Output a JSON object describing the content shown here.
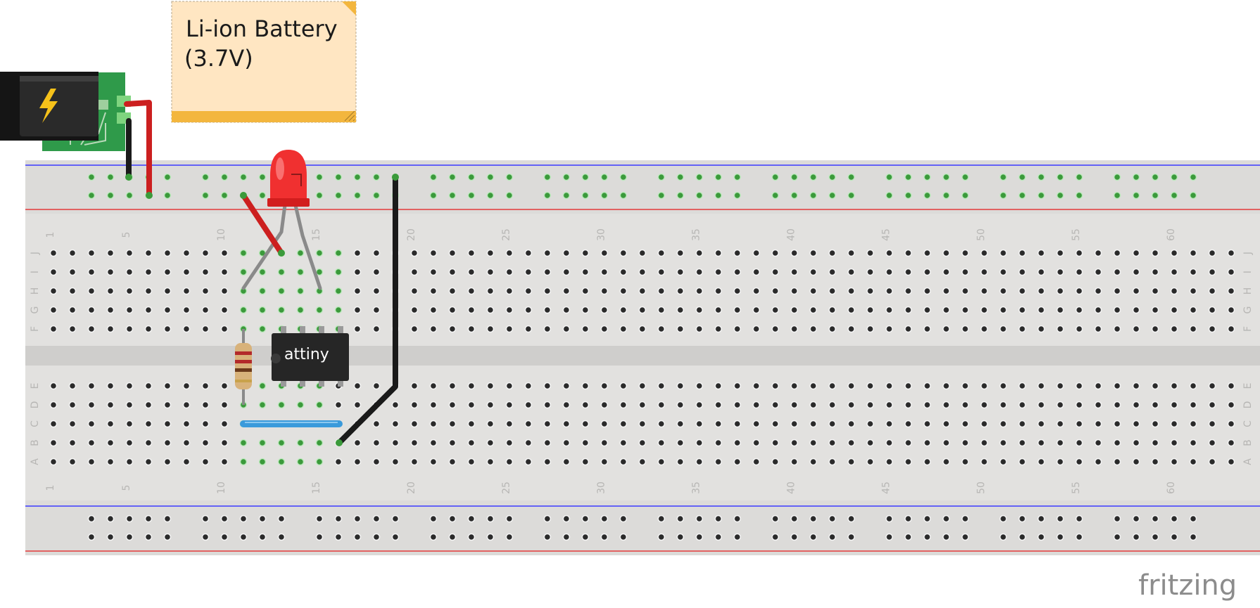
{
  "note": {
    "line1": "Li-ion Battery",
    "line2": "(3.7V)"
  },
  "chip": {
    "label": "attiny"
  },
  "logo": {
    "text": "fritzing"
  },
  "breadboard": {
    "column_numbers": [
      "1",
      "5",
      "10",
      "15",
      "20",
      "25",
      "30",
      "35",
      "40",
      "45",
      "50",
      "55",
      "60"
    ],
    "row_letters_top": [
      "J",
      "I",
      "H",
      "G",
      "F"
    ],
    "row_letters_bottom": [
      "E",
      "D",
      "C",
      "B",
      "A"
    ]
  },
  "colors": {
    "board": "#e2e1df",
    "rail_blue": "#3b3bff",
    "rail_red": "#e33b3b",
    "hole": "#2a2a2a",
    "hole_active": "#3b9a3b",
    "wire_red": "#cc1f1f",
    "wire_black": "#1a1a1a",
    "wire_blue": "#3a9adb",
    "led_red": "#f03030",
    "note_bg": "#ffe6c2",
    "note_bar": "#f3b63e",
    "pcb_green": "#2f9a4a",
    "logo": "#8c8c8c"
  },
  "icons": [
    "lightning-icon"
  ]
}
